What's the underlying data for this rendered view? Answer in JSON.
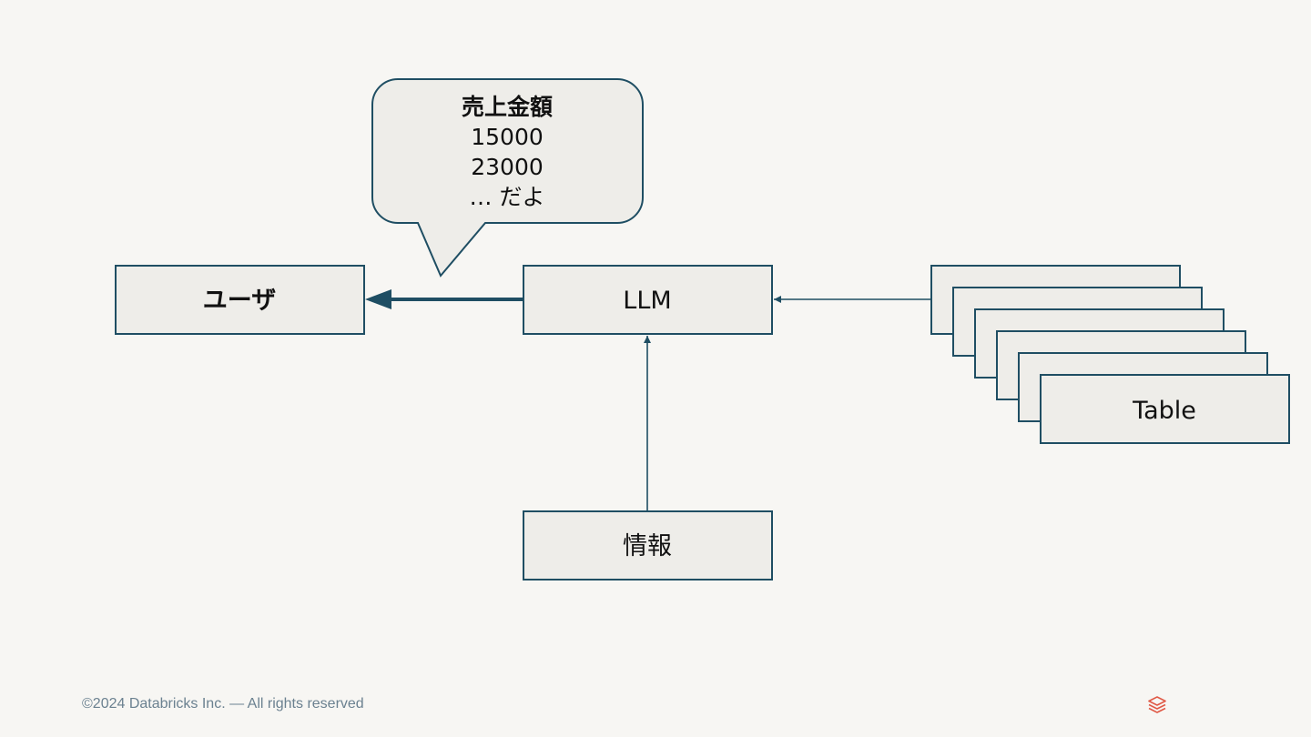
{
  "nodes": {
    "user": "ユーザ",
    "llm": "LLM",
    "info": "情報",
    "table": "Table"
  },
  "bubble": {
    "lines": [
      "売上金額",
      "15000",
      "23000",
      "… だよ"
    ]
  },
  "footer": {
    "copyright": "©2024 Databricks Inc. — All rights reserved"
  },
  "logo": {
    "icon": "databricks-logo-icon",
    "color": "#e05a47"
  },
  "colors": {
    "background": "#f7f6f3",
    "box_fill": "#eeede9",
    "box_stroke": "#1f4e63",
    "arrow": "#1f4e63",
    "footer_text": "#6b8190"
  }
}
